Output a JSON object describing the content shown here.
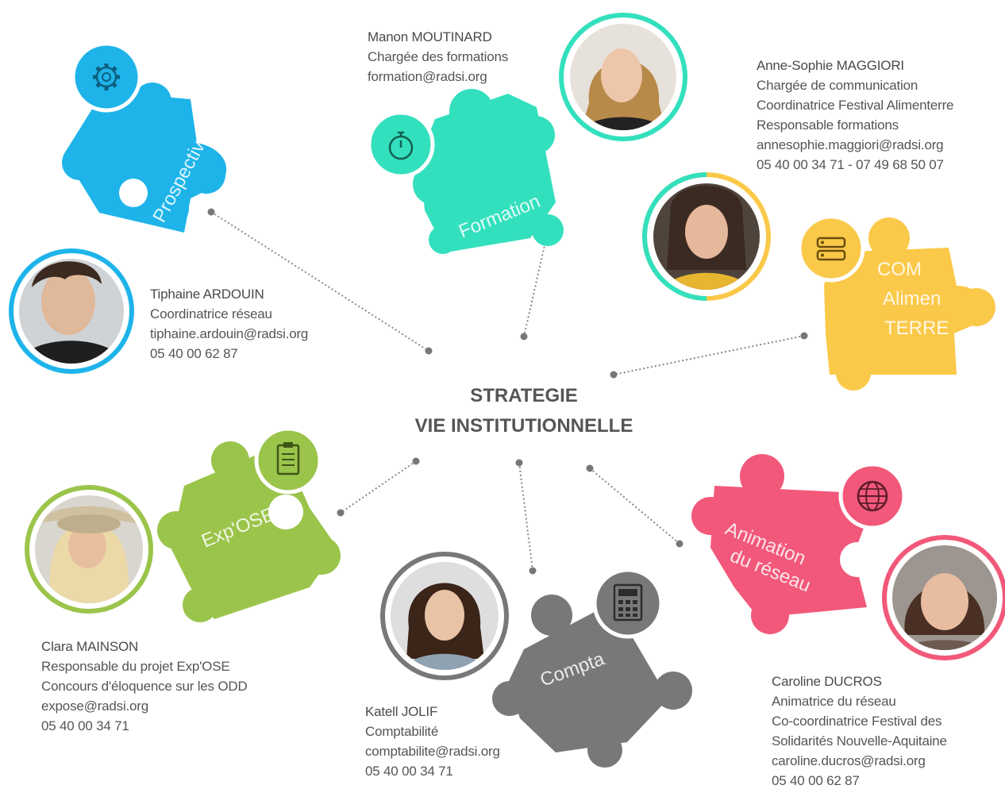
{
  "center": {
    "line1": "STRATEGIE",
    "line2": "VIE INSTITUTIONNELLE"
  },
  "colors": {
    "prospective": "#1eb4ea",
    "formation": "#33e0bd",
    "com": "#fbc949",
    "expose": "#9bc44a",
    "compta": "#787878",
    "animation": "#f2587a",
    "line": "#888888"
  },
  "pieces": {
    "prospective": {
      "label": "Prospective",
      "icon": "gear-icon"
    },
    "formation": {
      "label": "Formation",
      "icon": "stopwatch-icon"
    },
    "com": {
      "label_1": "COM",
      "label_2": "Alimen",
      "label_3": "TERRE",
      "icon": "server-icon"
    },
    "expose": {
      "label": "Exp'OSE",
      "icon": "clipboard-icon"
    },
    "compta": {
      "label": "Compta",
      "icon": "calculator-icon"
    },
    "animation": {
      "label_1": "Animation",
      "label_2": "du réseau",
      "icon": "globe-icon"
    }
  },
  "people": {
    "manon": {
      "name": "Manon MOUTINARD",
      "role": "Chargée des formations",
      "email": "formation@radsi.org"
    },
    "anne_sophie": {
      "name": "Anne-Sophie MAGGIORI",
      "role_1": "Chargée de communication",
      "role_2": "Coordinatrice Festival Alimenterre",
      "role_3": "Responsable formations",
      "email": "annesophie.maggiori@radsi.org",
      "phone": "05 40 00 34 71 - 07 49 68 50 07"
    },
    "tiphaine": {
      "name": "Tiphaine ARDOUIN",
      "role": "Coordinatrice réseau",
      "email": "tiphaine.ardouin@radsi.org",
      "phone": "05 40 00 62 87"
    },
    "clara": {
      "name": "Clara MAINSON",
      "role_1": "Responsable du projet Exp'OSE",
      "role_2": "Concours d'éloquence sur les ODD",
      "email": "expose@radsi.org",
      "phone": "05 40 00 34 71"
    },
    "katell": {
      "name": "Katell JOLIF",
      "role": "Comptabilité",
      "email": "comptabilite@radsi.org",
      "phone": "05 40 00 34 71"
    },
    "caroline": {
      "name": "Caroline DUCROS",
      "role_1": "Animatrice du réseau",
      "role_2": "Co-coordinatrice Festival des",
      "role_3": "Solidarités Nouvelle-Aquitaine",
      "email": "caroline.ducros@radsi.org",
      "phone": "05 40 00 62 87"
    }
  }
}
